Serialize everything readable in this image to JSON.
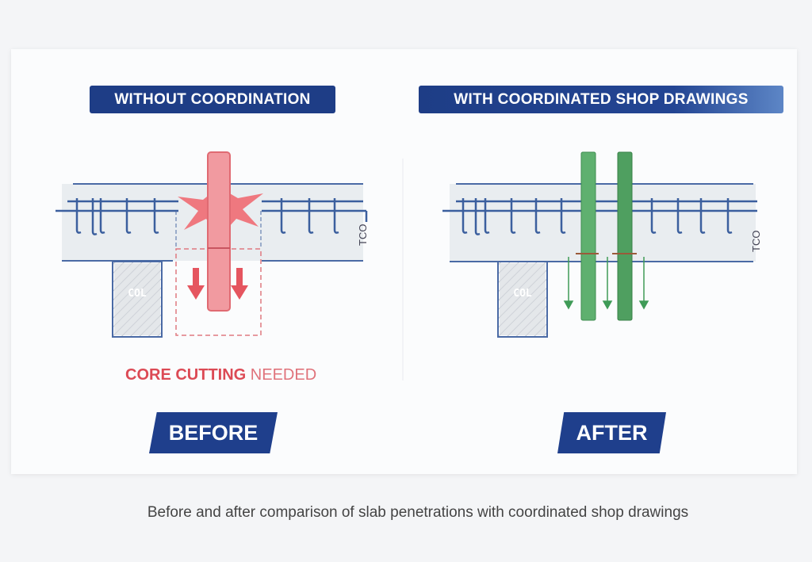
{
  "left_panel": {
    "title": "WITHOUT COORDINATION",
    "column_label": "COL",
    "slab_label": "TCO",
    "warning_bold": "CORE CUTTING",
    "warning_rest": "NEEDED",
    "badge": "BEFORE"
  },
  "right_panel": {
    "title": "WITH COORDINATED SHOP DRAWINGS",
    "column_label": "COL",
    "slab_label": "TCO",
    "badge": "AFTER"
  },
  "caption": "Before and after comparison of slab penetrations with coordinated shop drawings",
  "colors": {
    "navy": "#1e3d86",
    "rebar": "#3b5f9e",
    "conflict": "#e3555f",
    "coordinated": "#3f9b57"
  }
}
